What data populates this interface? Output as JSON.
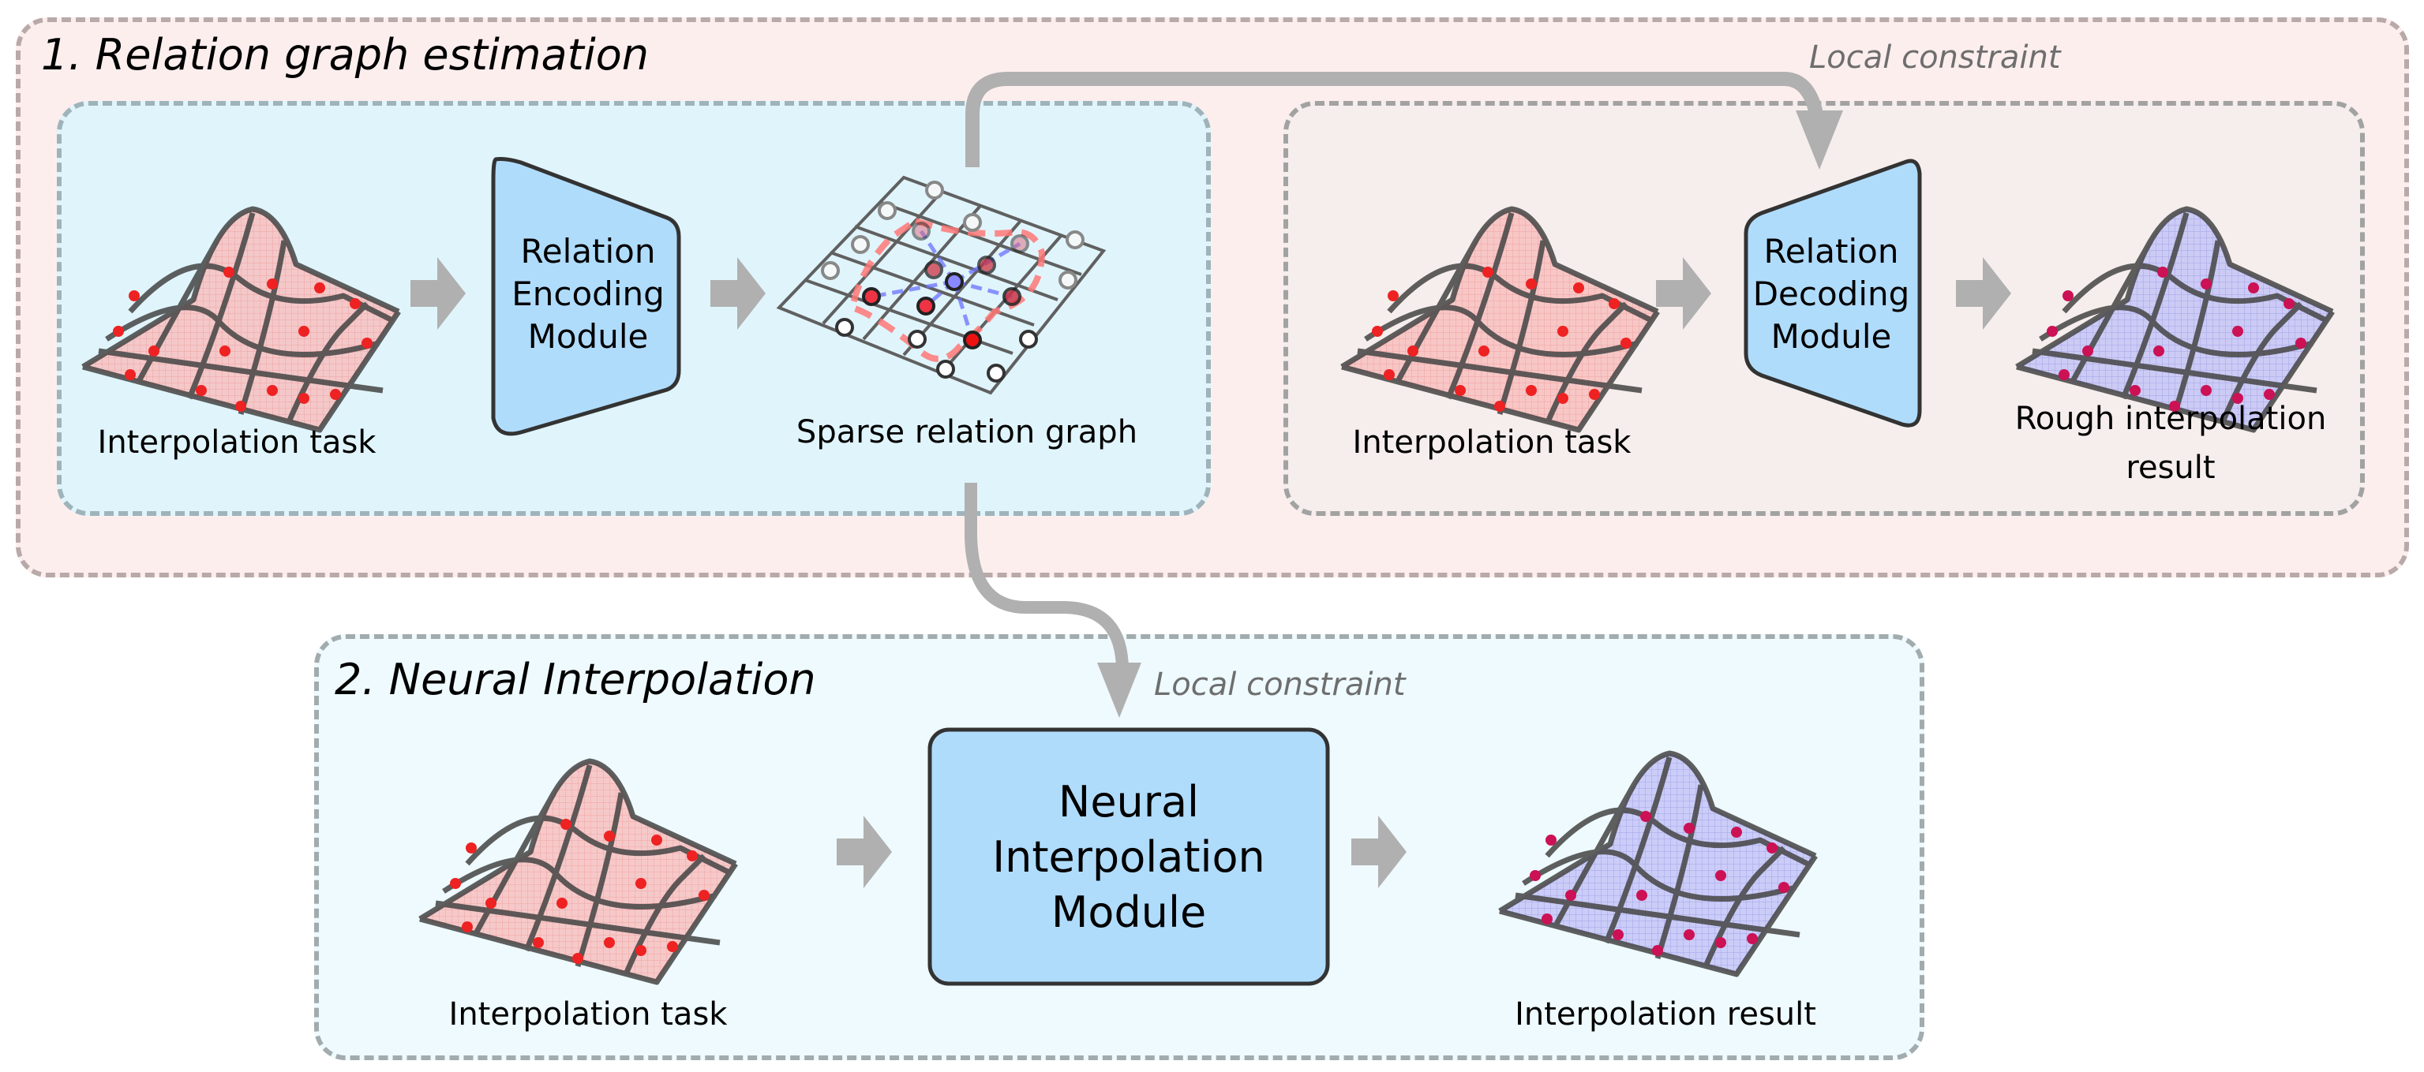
{
  "stage1": {
    "title": "1. Relation graph estimation",
    "local_constraint_label": "Local constraint",
    "encoding": {
      "input_caption": "Interpolation task",
      "module_lines": [
        "Relation",
        "Encoding",
        "Module"
      ],
      "output_caption": "Sparse relation graph"
    },
    "decoding": {
      "input_caption": "Interpolation task",
      "module_lines": [
        "Relation",
        "Decoding",
        "Module"
      ],
      "output_caption_lines": [
        "Rough interpolation",
        "result"
      ]
    }
  },
  "stage2": {
    "title": "2. Neural Interpolation",
    "local_constraint_label": "Local constraint",
    "input_caption": "Interpolation task",
    "module_lines": [
      "Neural",
      "Interpolation",
      "Module"
    ],
    "output_caption": "Interpolation result"
  },
  "colors": {
    "module_fill": "#b0dcfc",
    "module_stroke": "#333333",
    "arrow": "#b0b0b0",
    "task_surface": "#f7b4b4",
    "result_surface": "#b9b9f5",
    "observed_point": "#ee2222",
    "query_point": "#8888ff"
  }
}
